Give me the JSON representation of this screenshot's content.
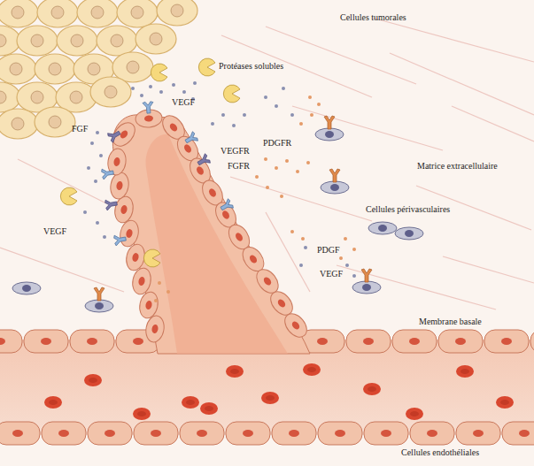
{
  "diagram": {
    "labels": [
      "Cellules tumorales",
      "Protéases solubles",
      "VEGF",
      "FGF",
      "PDGFR",
      "VEGFR",
      "FGFR",
      "Matrice extracellulaire",
      "Cellules périvasculaires",
      "VEGF",
      "PDGF",
      "VEGF",
      "Membrane basale",
      "Cellules endothéliales"
    ]
  }
}
